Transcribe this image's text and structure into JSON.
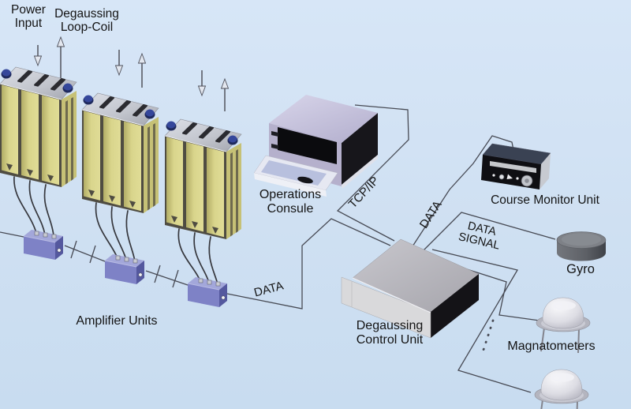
{
  "scene": {
    "description": "Ship degaussing system hardware diagram"
  },
  "labels": {
    "power_input": "Power Input",
    "degaussing_loop_coil": "Degaussing Loop-Coil",
    "amplifier_units": "Amplifier Units",
    "operations_console": "Operations Consule",
    "tcp_ip": "TCP/IP",
    "data_amplifier_link": "DATA",
    "degaussing_control_unit": "Degaussing Control Unit",
    "data_course_monitor_link": "DATA",
    "course_monitor_unit": "Course Monitor Unit",
    "data_signal": "DATA SIGNAL",
    "gyro": "Gyro",
    "magnetometers": "Magnatometers"
  },
  "arrows": {
    "power_input_direction": "down",
    "degaussing_loop_coil_direction": "up"
  },
  "counts": {
    "amplifier_units": 3,
    "junction_boxes": 3,
    "magnetometers_shown": 2
  },
  "colors": {
    "background": "#cfe0f2",
    "bg2": "#d7e6f7",
    "text": "#141414",
    "line": "#474a54",
    "wire": "#36373d",
    "amp_panel_light": "#e0dc96",
    "amp_panel_dark": "#b2ad66",
    "amp_side": "#c6c176",
    "amp_groove": "#4f4c42",
    "amp_top_light": "#dcdfe6",
    "amp_top_dark": "#a6a9b2",
    "amp_slot": "#2b2b30",
    "cap_blue": "#35479b",
    "jbox_front": "#7e82c6",
    "jbox_top": "#a3a7da",
    "jbox_side": "#54589e",
    "console_top_light": "#d8d5ea",
    "console_top_dark": "#b5b1cf",
    "console_side": "#17161b",
    "console_bezel": "#b5b0cc",
    "console_screen": "#0b0b0e",
    "console_shelf": "#e6e8f2",
    "console_keys": "#b8c0de",
    "dcu_top_light": "#c8c7cd",
    "dcu_top_dark": "#a7a6ad",
    "dcu_front": "#d9d9db",
    "dcu_side": "#141317",
    "cmu_front": "#0f0f13",
    "cmu_top": "#3a4253",
    "cmu_silver": "#c7cad1",
    "gyro_top": "#7e8187",
    "gyro_side_light": "#74777d",
    "gyro_side_dark": "#3f4248",
    "mag_dome": "#f7f7fa",
    "mag_base": "#b4b5bf",
    "mag_leg": "#83848d"
  }
}
